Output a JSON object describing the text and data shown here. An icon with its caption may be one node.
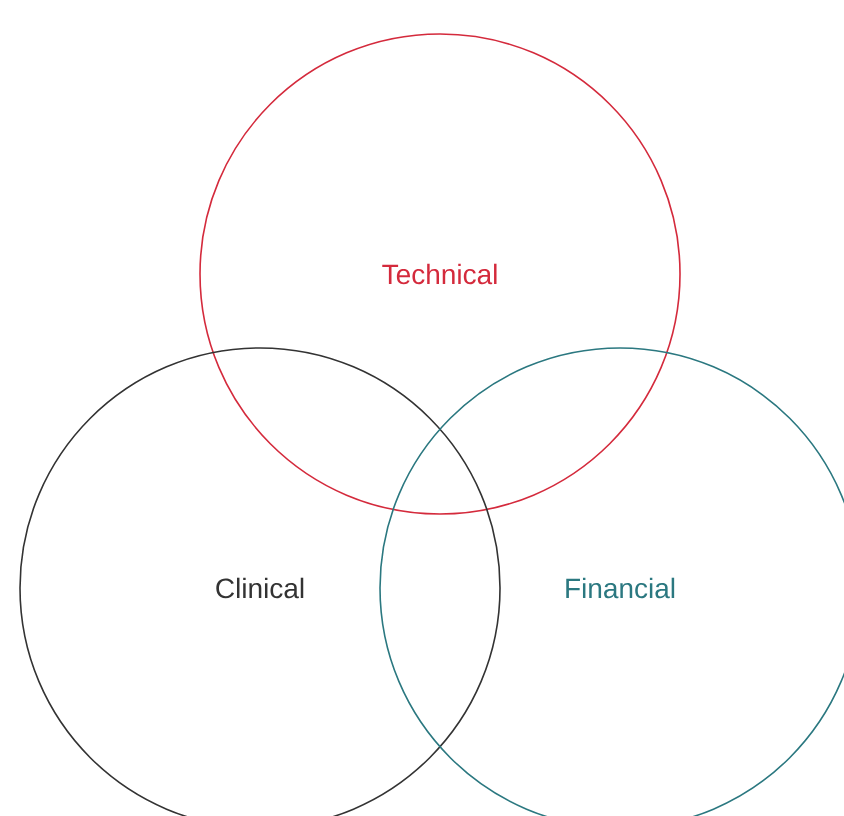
{
  "diagram": {
    "nodes": [
      {
        "text": [
          "Technical"
        ]
      },
      {
        "text": [
          "Clinical"
        ]
      },
      {
        "text": [
          "Financial"
        ]
      }
    ]
  }
}
